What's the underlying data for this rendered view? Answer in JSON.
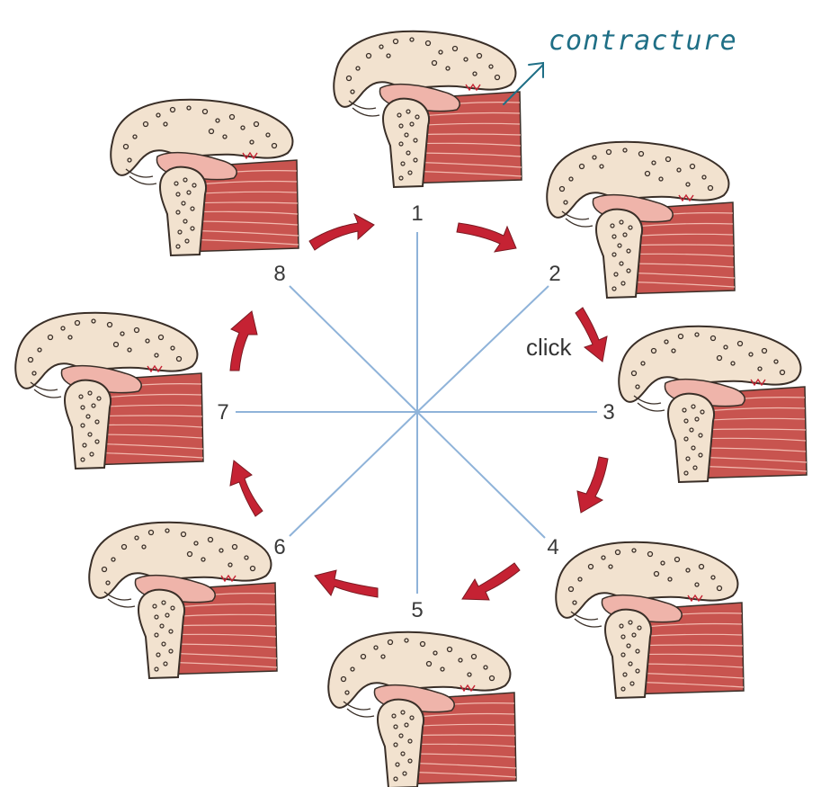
{
  "diagram": {
    "stage_labels": [
      "1",
      "2",
      "3",
      "4",
      "5",
      "6",
      "7",
      "8"
    ],
    "click_label": "click",
    "annotation": "contracture",
    "colors": {
      "spoke": "#8fb3d9",
      "arrow": "#c52233",
      "bone": "#f2e2cf",
      "bone_outline": "#3a2f28",
      "disc": "#efb4aa",
      "muscle": "#c8544f",
      "muscle_line": "#f2b9ae",
      "annotation": "#1f6f86"
    }
  }
}
